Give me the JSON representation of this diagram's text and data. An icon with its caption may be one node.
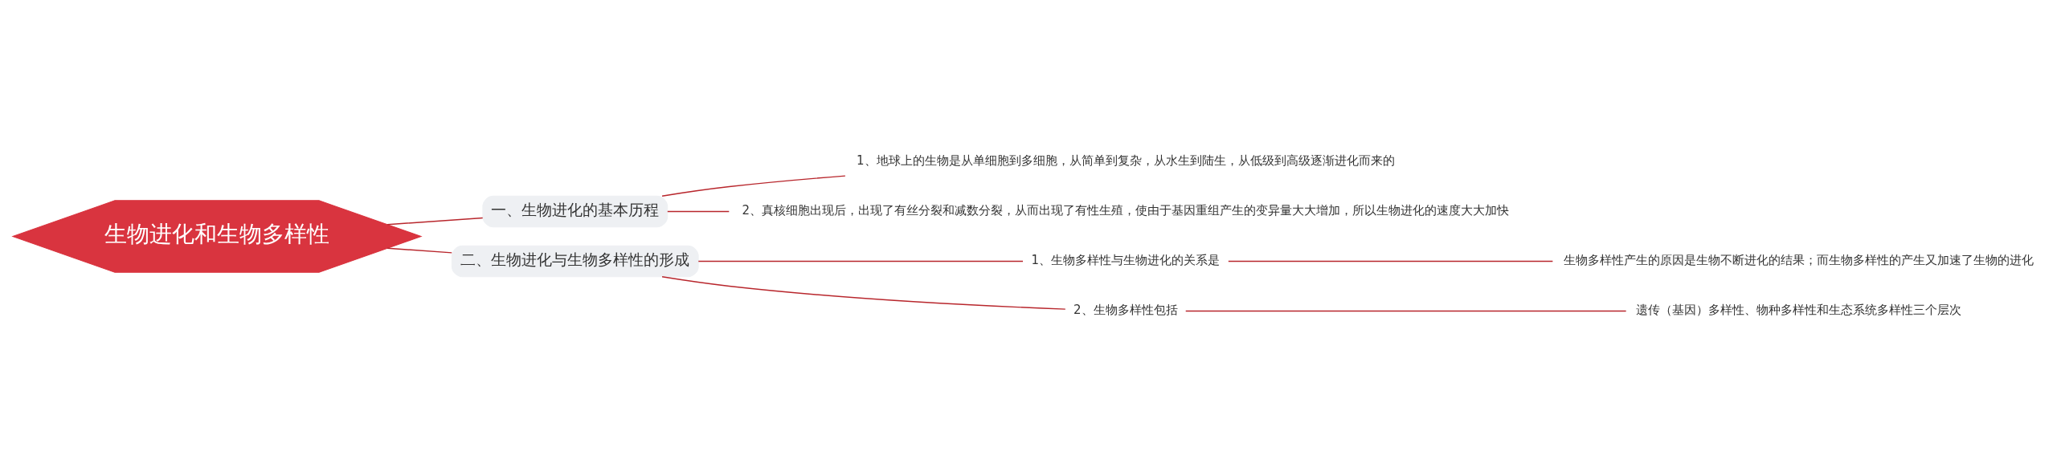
{
  "diagram": {
    "nodes": [
      {
        "text": [
          "生物进化和生物多样性"
        ]
      },
      {
        "text": [
          "一、生物进化的基本历程"
        ]
      },
      {
        "text": [
          "1、地球上的生物是从单细胞到多细胞，从简单到复杂，从水生到陆生，从低级到高级逐渐进化而来的"
        ]
      },
      {
        "text": [
          "2、真核细胞出现后，出现了有丝分裂和减数分裂，从而出现了有性生殖，使由于基因重组产生的变异量大大增加，所以生物进化的速度大大加快"
        ]
      },
      {
        "text": [
          "二、生物进化与生物多样性的形成"
        ]
      },
      {
        "text": [
          "1、生物多样性与生物进化的关系是"
        ]
      },
      {
        "text": [
          "生物多样性产生的原因是生物不断进化的结果；而生物多样性的产生又加速了生物的进化"
        ]
      },
      {
        "text": [
          "2、生物多样性包括"
        ]
      },
      {
        "text": [
          "遗传（基因）多样性、物种多样性和生态系统多样性三个层次"
        ]
      }
    ],
    "edges": [
      {
        "from": 0,
        "to": 1,
        "arrow": "none"
      },
      {
        "from": 1,
        "to": 2,
        "arrow": "none"
      },
      {
        "from": 1,
        "to": 3,
        "arrow": "none"
      },
      {
        "from": 0,
        "to": 4,
        "arrow": "none"
      },
      {
        "from": 4,
        "to": 5,
        "arrow": "none"
      },
      {
        "from": 5,
        "to": 6,
        "arrow": "none"
      },
      {
        "from": 4,
        "to": 7,
        "arrow": "none"
      },
      {
        "from": 7,
        "to": 8,
        "arrow": "none"
      }
    ]
  }
}
